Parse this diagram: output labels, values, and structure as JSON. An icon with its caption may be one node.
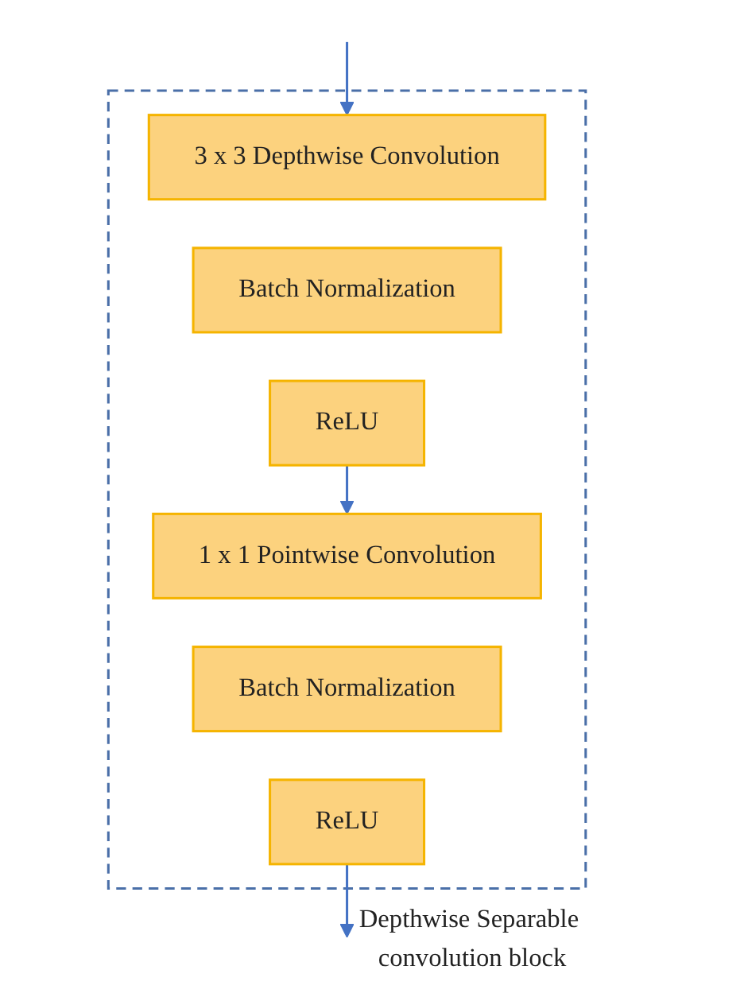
{
  "diagram": {
    "nodes": [
      {
        "text": [
          "Depthwise Separable convolution block"
        ]
      },
      {
        "text": [
          "3 x 3 Depthwise Convolution"
        ],
        "in": 0
      },
      {
        "text": [
          "Batch Normalization"
        ],
        "in": 0
      },
      {
        "text": [
          "ReLU"
        ],
        "in": 0
      },
      {
        "text": [
          "1 x 1 Pointwise Convolution"
        ],
        "in": 0
      },
      {
        "text": [
          "Batch Normalization"
        ],
        "in": 0
      },
      {
        "text": [
          "ReLU"
        ],
        "in": 0
      }
    ],
    "edges": [
      {
        "from": null,
        "to": 1,
        "arrow": "to"
      },
      {
        "from": 3,
        "to": 4,
        "arrow": "to"
      },
      {
        "from": 6,
        "to": null,
        "arrow": "to"
      }
    ]
  }
}
